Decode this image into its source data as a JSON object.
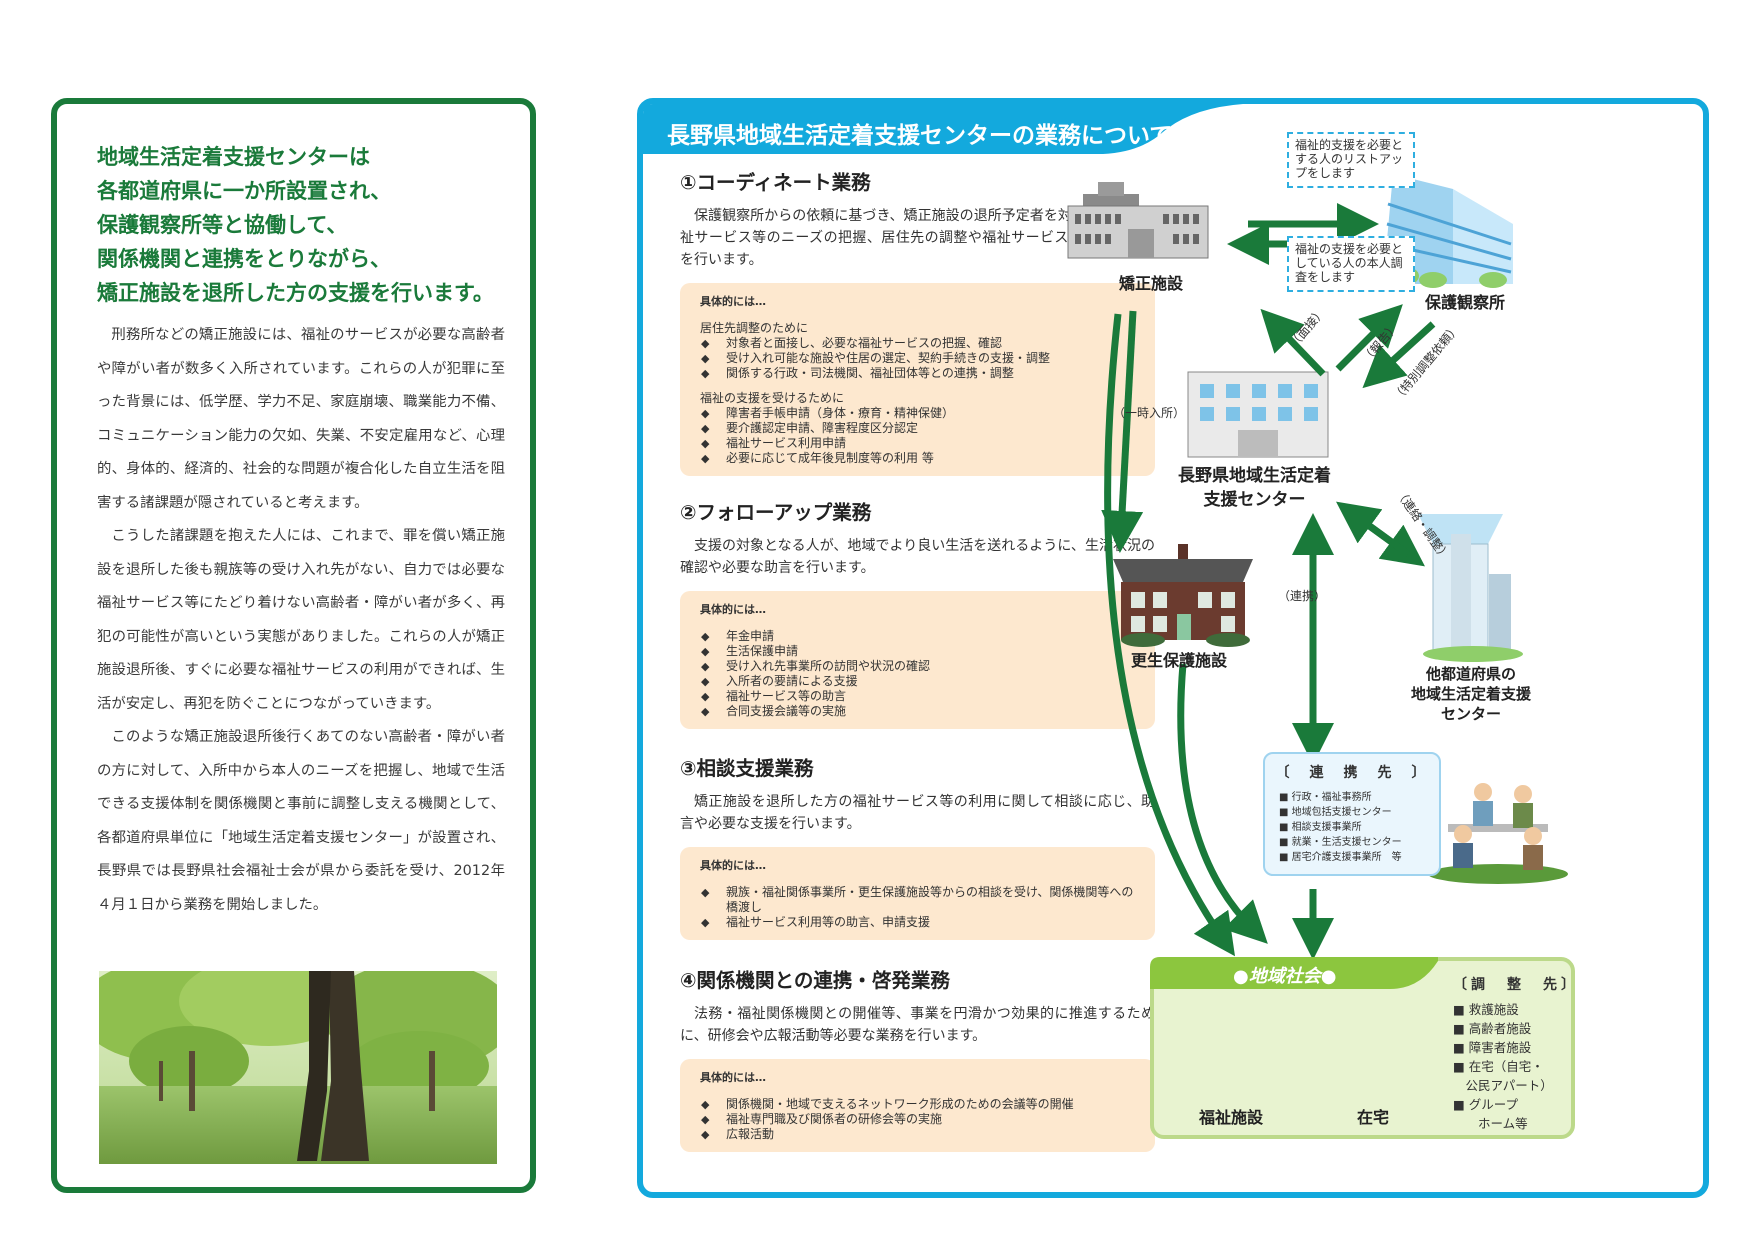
{
  "left": {
    "lead": [
      "地域生活定着支援センターは",
      "各都道府県に一か所設置され、",
      "保護観察所等と協働して、",
      "関係機関と連携をとりながら、",
      "矯正施設を退所した方の支援を行います。"
    ],
    "paragraphs": [
      "刑務所などの矯正施設には、福祉のサービスが必要な高齢者や障がい者が数多く入所されています。これらの人が犯罪に至った背景には、低学歴、学力不足、家庭崩壊、職業能力不備、コミュニケーション能力の欠如、失業、不安定雇用など、心理的、身体的、経済的、社会的な問題が複合化した自立生活を阻害する諸課題が隠されていると考えます。",
      "こうした諸課題を抱えた人には、これまで、罪を償い矯正施設を退所した後も親族等の受け入れ先がない、自力では必要な福祉サービス等にたどり着けない高齢者・障がい者が多く、再犯の可能性が高いという実態がありました。これらの人が矯正施設退所後、すぐに必要な福祉サービスの利用ができれば、生活が安定し、再犯を防ぐことにつながっていきます。",
      "このような矯正施設退所後行くあてのない高齢者・障がい者の方に対して、入所中から本人のニーズを把握し、地域で生活できる支援体制を関係機関と事前に調整し支える機関として、各都道府県単位に「地域生活定着支援センター」が設置され、長野県では長野県社会福祉士会が県から委託を受け、2012年４月１日から業務を開始しました。"
    ]
  },
  "right": {
    "title": "長野県地域生活定着支援センターの業務について",
    "detail_label": "具体的には…",
    "sections": [
      {
        "heading": "①コーディネート業務",
        "desc": "保護観察所からの依頼に基づき、矯正施設の退所予定者を対象にして、福祉サービス等のニーズの把握、居住先の調整や福祉サービスの申請支援等を行います。",
        "groups": [
          {
            "title": "居住先調整のために",
            "items": [
              "対象者と面接し、必要な福祉サービスの把握、確認",
              "受け入れ可能な施設や住居の選定、契約手続きの支援・調整",
              "関係する行政・司法機関、福祉団体等との連携・調整"
            ]
          },
          {
            "title": "福祉の支援を受けるために",
            "items": [
              "障害者手帳申請（身体・療育・精神保健）",
              "要介護認定申請、障害程度区分認定",
              "福祉サービス利用申請",
              "必要に応じて成年後見制度等の利用 等"
            ]
          }
        ]
      },
      {
        "heading": "②フォローアップ業務",
        "desc": "支援の対象となる人が、地域でより良い生活を送れるように、生活状況の確認や必要な助言を行います。",
        "groups": [
          {
            "title": "",
            "items": [
              "年金申請",
              "生活保護申請",
              "受け入れ先事業所の訪問や状況の確認",
              "入所者の要請による支援",
              "福祉サービス等の助言",
              "合同支援会議等の実施"
            ]
          }
        ]
      },
      {
        "heading": "③相談支援業務",
        "desc": "矯正施設を退所した方の福祉サービス等の利用に関して相談に応じ、助言や必要な支援を行います。",
        "groups": [
          {
            "title": "",
            "items": [
              "親族・福祉関係事業所・更生保護施設等からの相談を受け、関係機関等への橋渡し",
              "福祉サービス利用等の助言、申請支援"
            ]
          }
        ]
      },
      {
        "heading": "④関係機関との連携・啓発業務",
        "desc": "法務・福祉関係機関との開催等、事業を円滑かつ効果的に推進するために、研修会や広報活動等必要な業務を行います。",
        "groups": [
          {
            "title": "",
            "items": [
              "関係機関・地域で支えるネットワーク形成のための会議等の開催",
              "福祉専門職及び関係者の研修会等の実施",
              "広報活動"
            ]
          }
        ]
      }
    ]
  },
  "diagram": {
    "correctional": "矯正施設",
    "probation": "保護観察所",
    "center_line1": "長野県地域生活定着",
    "center_line2": "支援センター",
    "rehab": "更生保護施設",
    "other_line1": "他都道府県の",
    "other_line2": "地域生活定着支援",
    "other_line3": "センター",
    "note_top": "福祉的支援を必要とする人のリストアップをします",
    "note_bottom": "福祉の支援を必要としている人の本人調査をします",
    "interview": "（面接）",
    "report": "（報告）",
    "request": "（特別調整依頼）",
    "temporary": "（一時入所）",
    "liaison_adjust": "（連絡・調整）",
    "cooperation": "（連携）",
    "partners_title": "〔　連　携　先　〕",
    "partners": [
      "■ 行政・福祉事務所",
      "■ 地域包括支援センター",
      "■ 相談支援事業所",
      "■ 就業・生活支援センター",
      "■ 居宅介護支援事業所　等"
    ],
    "community": "●地域社会●",
    "welfare_facility": "福祉施設",
    "home": "在宅",
    "adjust_title": "〔調　整　先〕",
    "adjust": [
      "■ 救護施設",
      "■ 高齢者施設",
      "■ 障害者施設",
      "■ 在宅（自宅・",
      "　公民アパート）",
      "■ グループ",
      "　　ホーム等"
    ]
  },
  "colors": {
    "left_accent": "#1a7a3a",
    "right_accent": "#13a9dd",
    "arrow_green": "#1a7a3a",
    "detail_bg": "#fde8cf",
    "community_bg": "#e8f3d0"
  }
}
